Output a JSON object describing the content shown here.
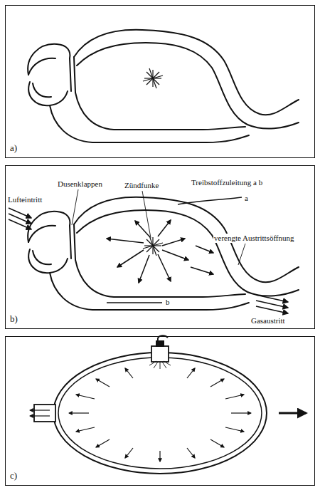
{
  "diagram": {
    "nodes": [
      {
        "text": [
          "a)"
        ]
      },
      {
        "text": [
          "b)"
        ]
      },
      {
        "text": [
          "c)"
        ]
      }
    ],
    "labels": [
      "Lufteintritt",
      "Dusenklappen",
      "Zündfunke",
      "Treibstoffzuleitung a b",
      "a",
      "verengte Austrittsöffnung",
      "b",
      "Gasaustritt"
    ]
  }
}
